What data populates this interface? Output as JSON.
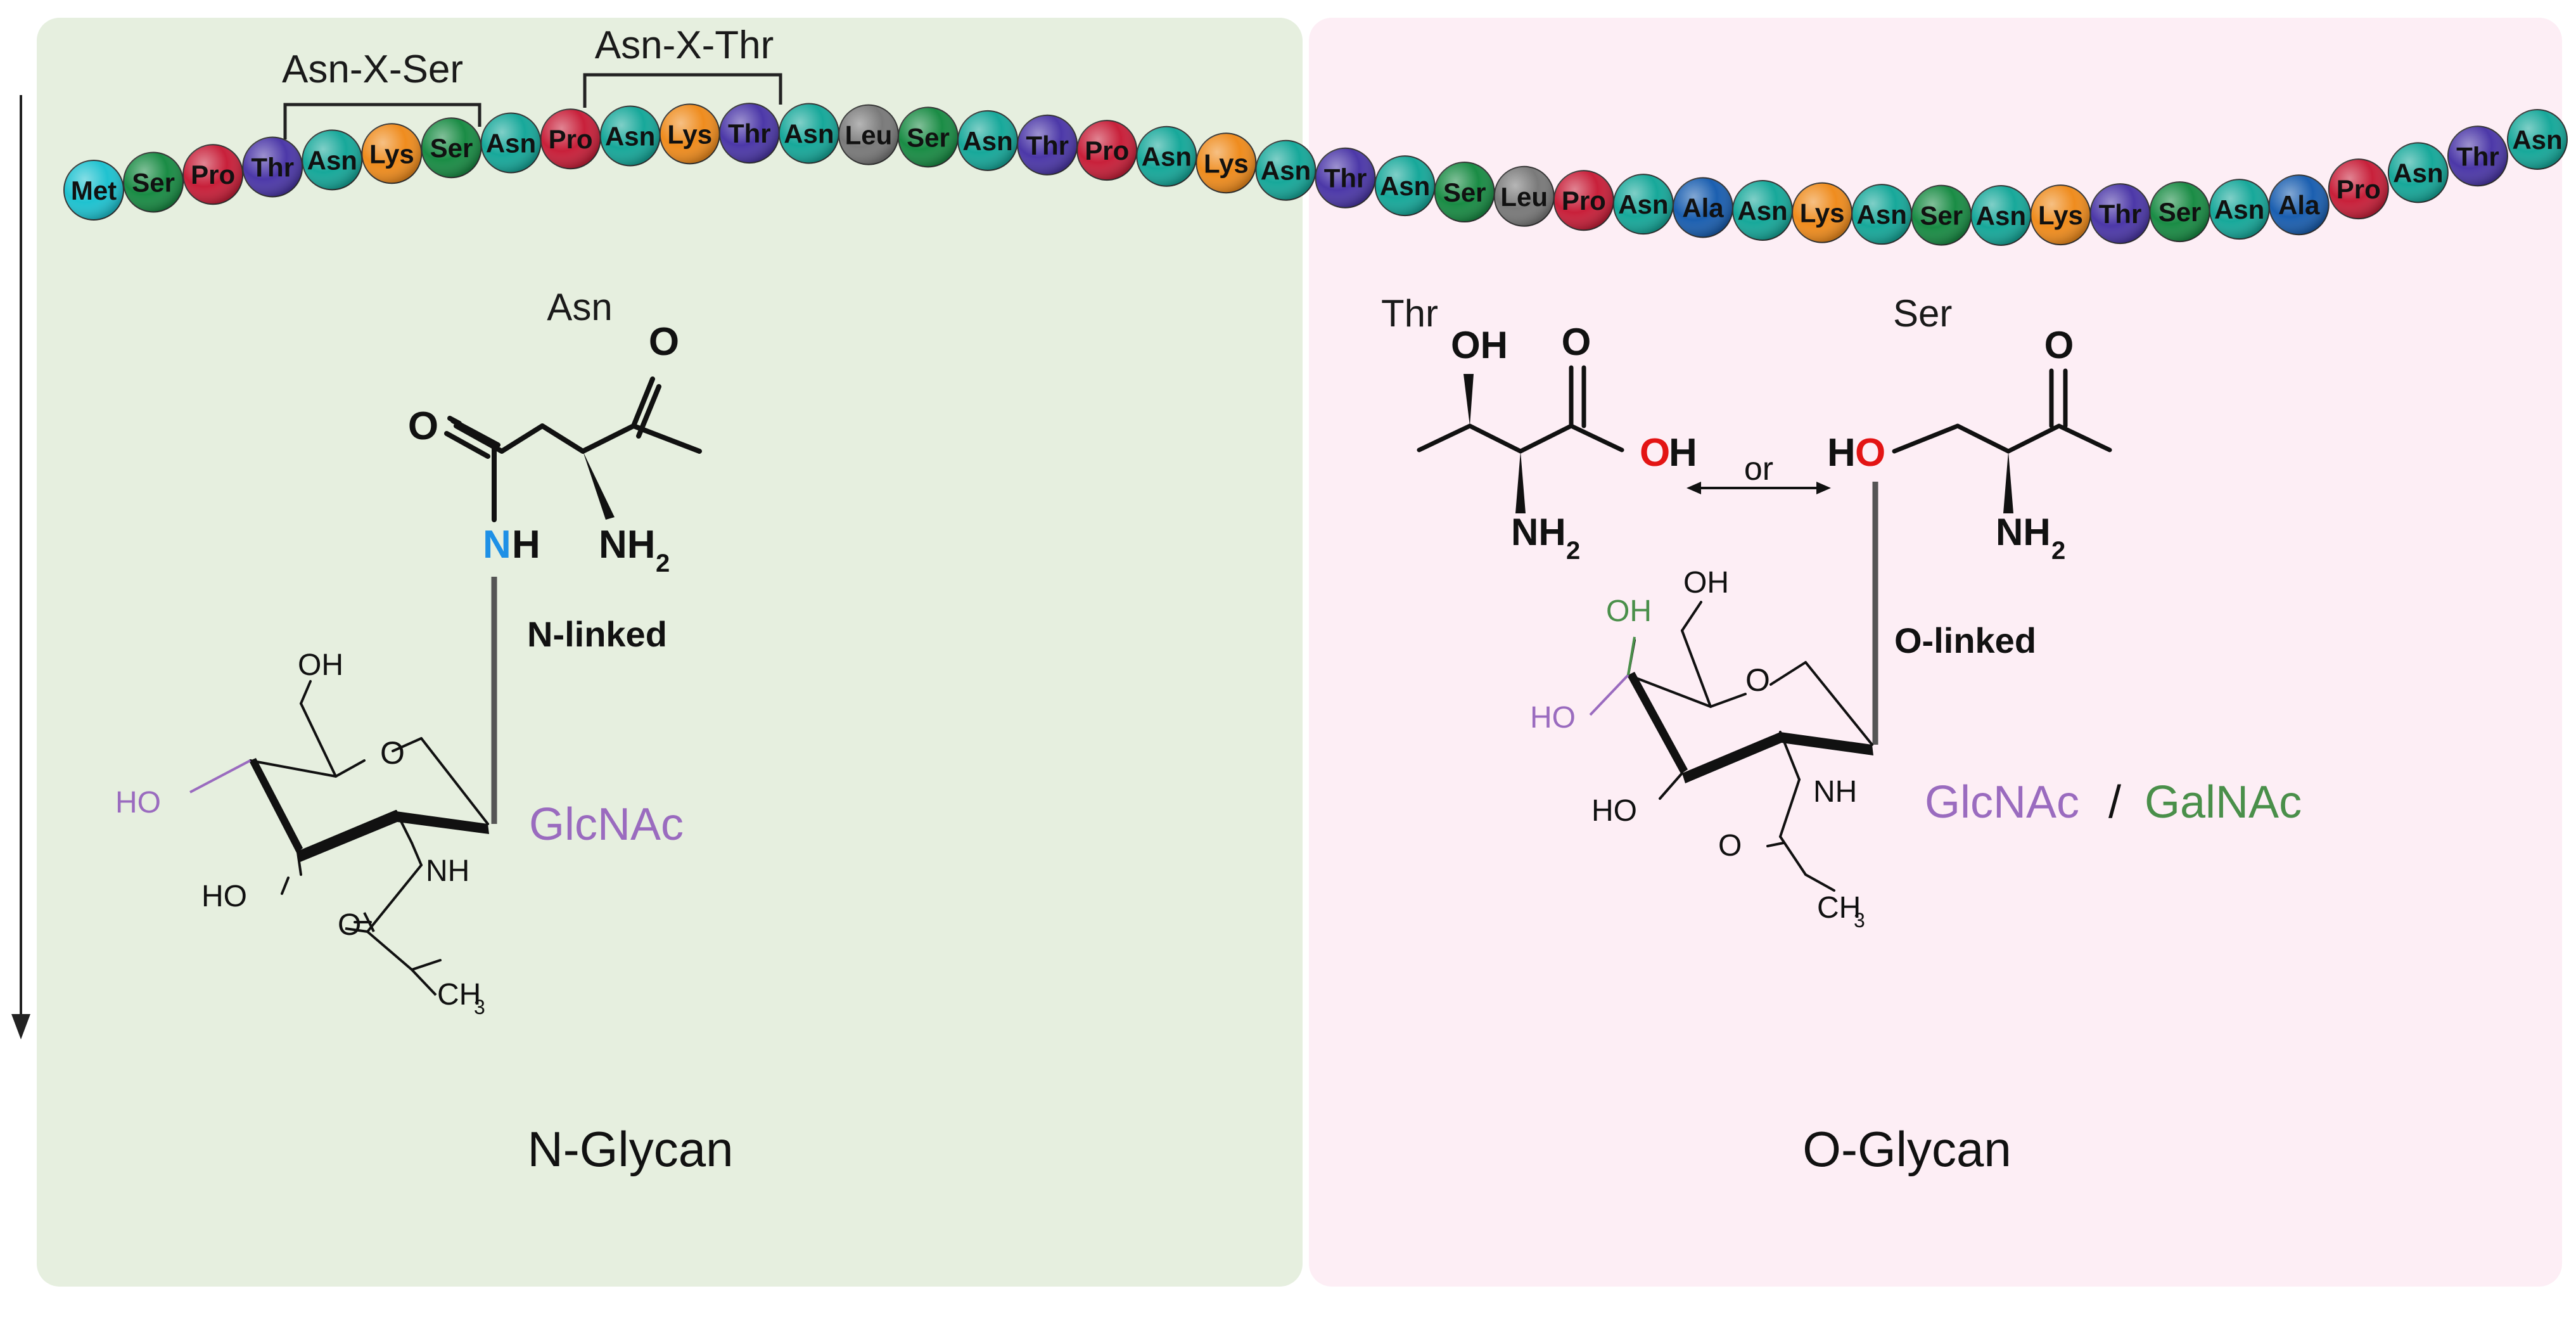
{
  "colors": {
    "panel_n": "#e6efdf",
    "panel_o": "#fdeef5",
    "Met": "#1fc2d0",
    "Ser": "#1a8c45",
    "Pro": "#c8203a",
    "Thr": "#4c38a8",
    "Asn": "#17a89a",
    "Lys": "#ef8c1e",
    "Leu": "#7a7a7a",
    "Ala": "#1b5fb0",
    "nitrogen": "#1e90e6",
    "oxygen": "#e31414",
    "glcnac": "#9a6bbf",
    "galnac": "#4a8f4a"
  },
  "sequence": [
    "Met",
    "Ser",
    "Pro",
    "Thr",
    "Asn",
    "Lys",
    "Ser",
    "Asn",
    "Pro",
    "Asn",
    "Lys",
    "Thr",
    "Asn",
    "Leu",
    "Ser",
    "Asn",
    "Thr",
    "Pro",
    "Asn",
    "Lys",
    "Asn",
    "Thr",
    "Asn",
    "Ser",
    "Leu",
    "Pro",
    "Asn",
    "Ala",
    "Asn",
    "Lys",
    "Asn",
    "Ser",
    "Asn",
    "Lys",
    "Thr",
    "Ser",
    "Asn",
    "Ala",
    "Pro",
    "Asn",
    "Thr",
    "Asn"
  ],
  "motifs": {
    "asn_x_ser": "Asn-X-Ser",
    "asn_x_thr": "Asn-X-Thr"
  },
  "n_panel": {
    "residue_name": "Asn",
    "link_label": "N-linked",
    "sugar_label": "GlcNAc",
    "title": "N-Glycan"
  },
  "o_panel": {
    "thr_name": "Thr",
    "ser_name": "Ser",
    "or_label": "or",
    "link_label": "O-linked",
    "sugar_label_1": "GlcNAc",
    "separator": "/",
    "sugar_label_2": "GalNAc",
    "title": "O-Glycan"
  },
  "atoms": {
    "O": "O",
    "N": "N",
    "H": "H",
    "OH": "OH",
    "HO": "HO",
    "NH": "NH",
    "NH2": "NH",
    "sub2": "2",
    "CH3": "CH",
    "sub3": "3"
  }
}
